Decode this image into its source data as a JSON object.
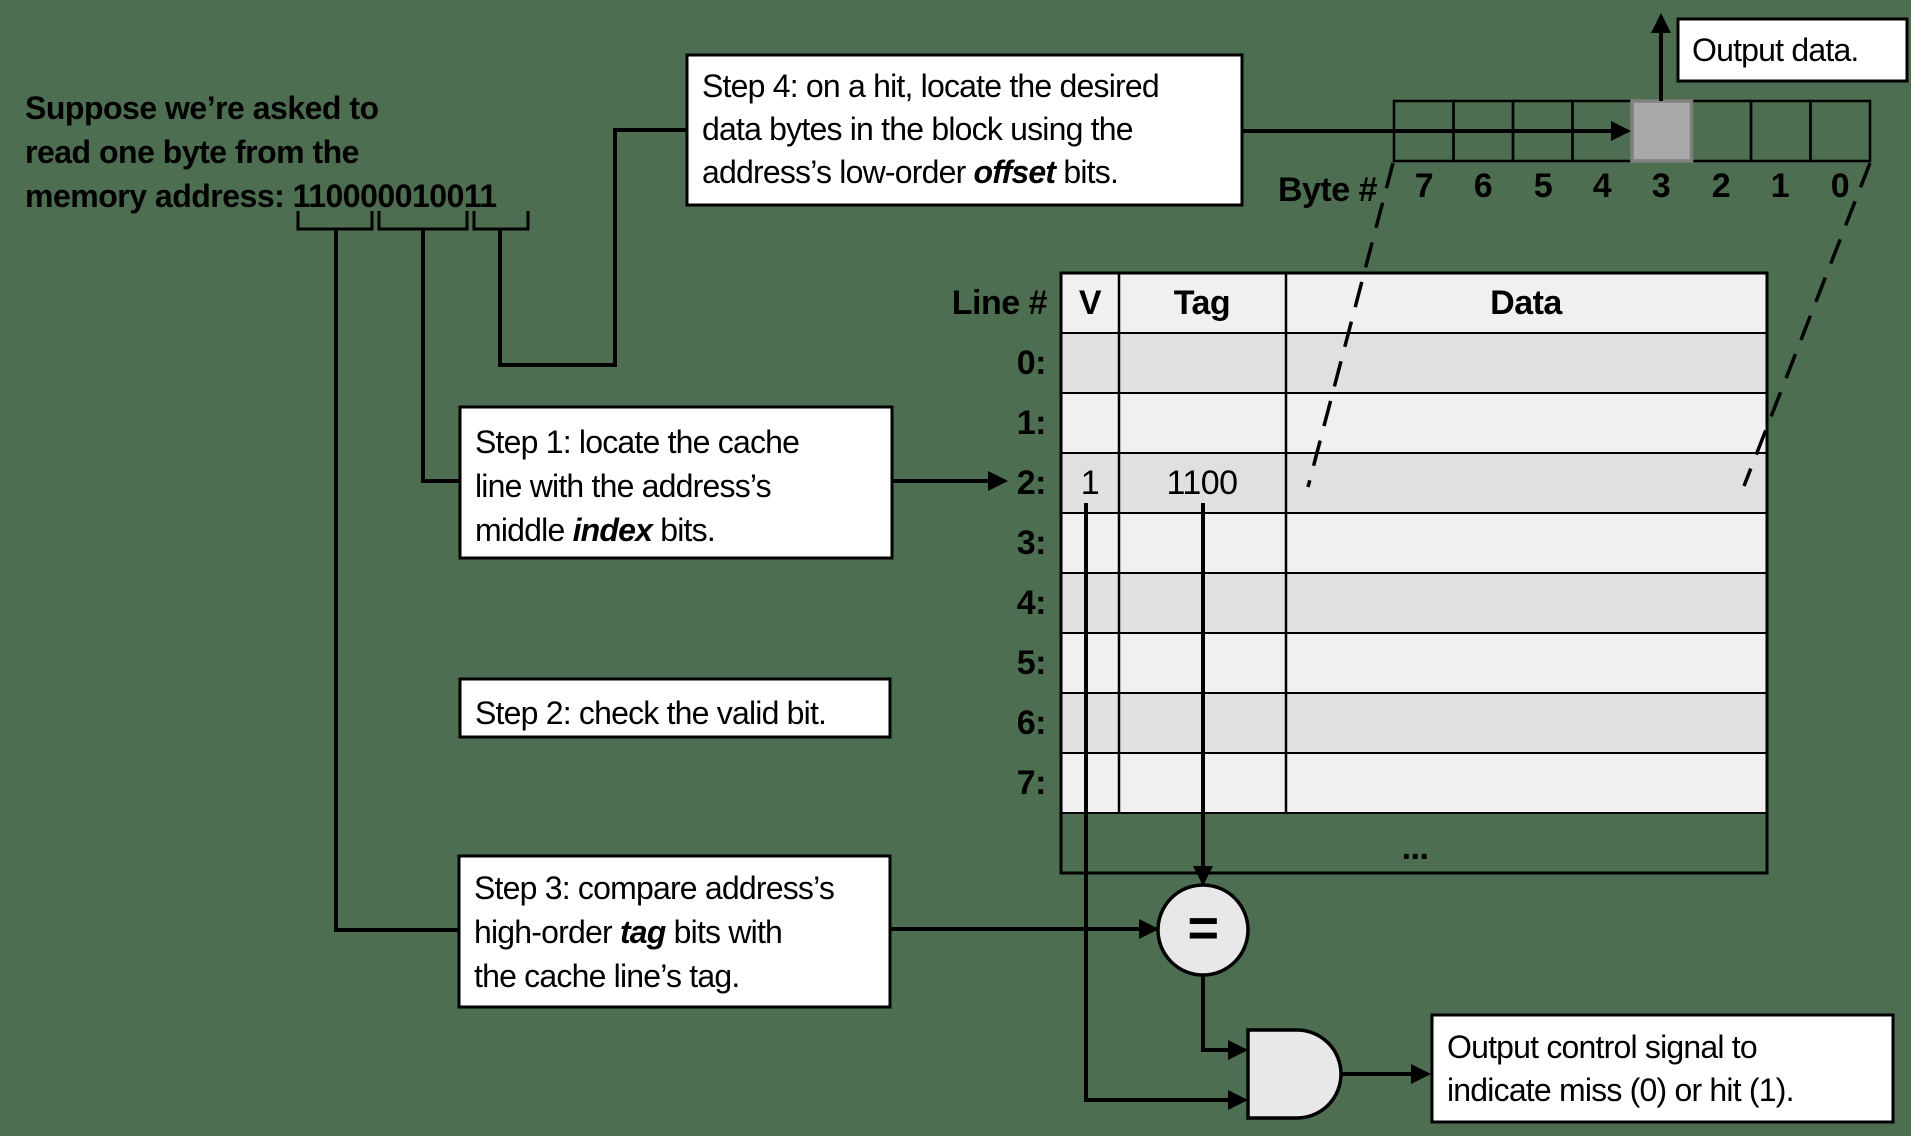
{
  "intro": {
    "line1": "Suppose we’re asked to",
    "line2": "read one byte from the",
    "line3": "memory address: 110000010011"
  },
  "address": {
    "value": "110000010011",
    "tag_bits": "1100",
    "index_bits": "00010",
    "offset_bits": "011"
  },
  "steps": {
    "step1": {
      "line1": "Step 1: locate the cache",
      "line2": "line with the address’s",
      "line3_pre": "middle ",
      "line3_em": "index",
      "line3_post": " bits."
    },
    "step2": {
      "text": "Step 2: check the valid bit."
    },
    "step3": {
      "line1": "Step 3: compare address’s",
      "line2_pre": "high-order ",
      "line2_em": "tag",
      "line2_post": " bits with",
      "line3": "the cache line’s tag."
    },
    "step4": {
      "line1": "Step 4: on a hit, locate the desired",
      "line2": "data bytes in the block using the",
      "line3_pre": "address’s low-order ",
      "line3_em": "offset",
      "line3_post": " bits."
    }
  },
  "cache_table": {
    "row_label_header": "Line #",
    "columns": [
      "V",
      "Tag",
      "Data"
    ],
    "rows": [
      {
        "label": "0:",
        "v": "",
        "tag": ""
      },
      {
        "label": "1:",
        "v": "",
        "tag": ""
      },
      {
        "label": "2:",
        "v": "1",
        "tag": "1100"
      },
      {
        "label": "3:",
        "v": "",
        "tag": ""
      },
      {
        "label": "4:",
        "v": "",
        "tag": ""
      },
      {
        "label": "5:",
        "v": "",
        "tag": ""
      },
      {
        "label": "6:",
        "v": "",
        "tag": ""
      },
      {
        "label": "7:",
        "v": "",
        "tag": ""
      }
    ],
    "ellipsis": "..."
  },
  "byte_array": {
    "label": "Byte #",
    "cells": [
      "7",
      "6",
      "5",
      "4",
      "3",
      "2",
      "1",
      "0"
    ],
    "highlighted_byte": "3"
  },
  "comparator": {
    "symbol": "="
  },
  "gate": {
    "type": "AND"
  },
  "outputs": {
    "data_label": "Output data.",
    "control_line1": "Output control signal to",
    "control_line2": "indicate miss (0) or hit (1)."
  },
  "colors": {
    "background": "#4d6e51",
    "box_fill": "#ffffff",
    "line": "#000000",
    "table_row_dark": "#e0e0e0",
    "table_row_light": "#f0f0f0",
    "table_header": "#f0f0f0",
    "highlight_cell_fill": "#a9a9a9",
    "highlight_cell_border": "#7f7f7f",
    "node_fill": "#e8e8e8"
  }
}
